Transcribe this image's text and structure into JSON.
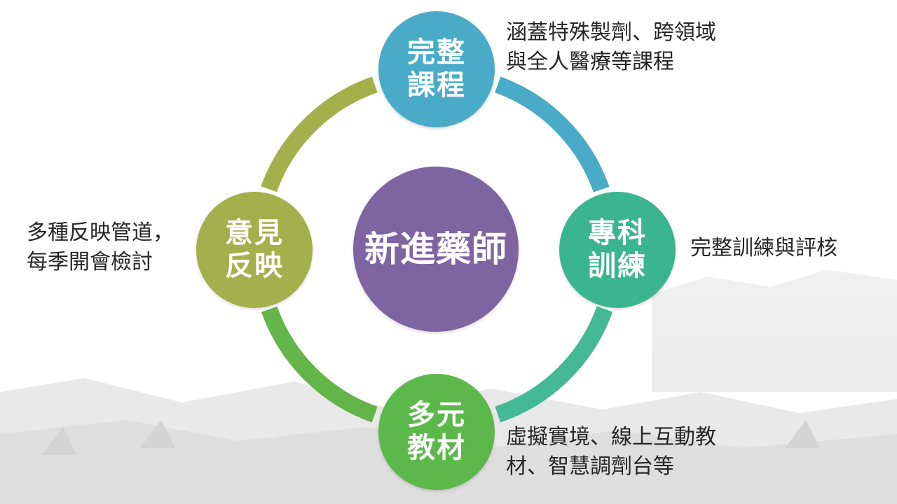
{
  "diagram": {
    "center": {
      "label": "新進藥師",
      "color": "#7f64a2"
    },
    "nodes": [
      {
        "id": "complete-courses",
        "lines": [
          "完整",
          "課程"
        ],
        "color": "#4aabc8",
        "desc": [
          "涵蓋特殊製劑、跨領域",
          "與全人醫療等課程"
        ]
      },
      {
        "id": "specialty-training",
        "lines": [
          "專科",
          "訓練"
        ],
        "color": "#3bb58f",
        "desc": [
          "完整訓練與評核"
        ]
      },
      {
        "id": "diverse-materials",
        "lines": [
          "多元",
          "教材"
        ],
        "color": "#5cb84b",
        "desc": [
          "虛擬實境、線上互動教",
          "材、智慧調劑台等"
        ]
      },
      {
        "id": "feedback",
        "lines": [
          "意見",
          "反映"
        ],
        "color": "#a3b04b",
        "desc": [
          "多種反映管道，",
          "每季開會檢討"
        ]
      }
    ]
  }
}
